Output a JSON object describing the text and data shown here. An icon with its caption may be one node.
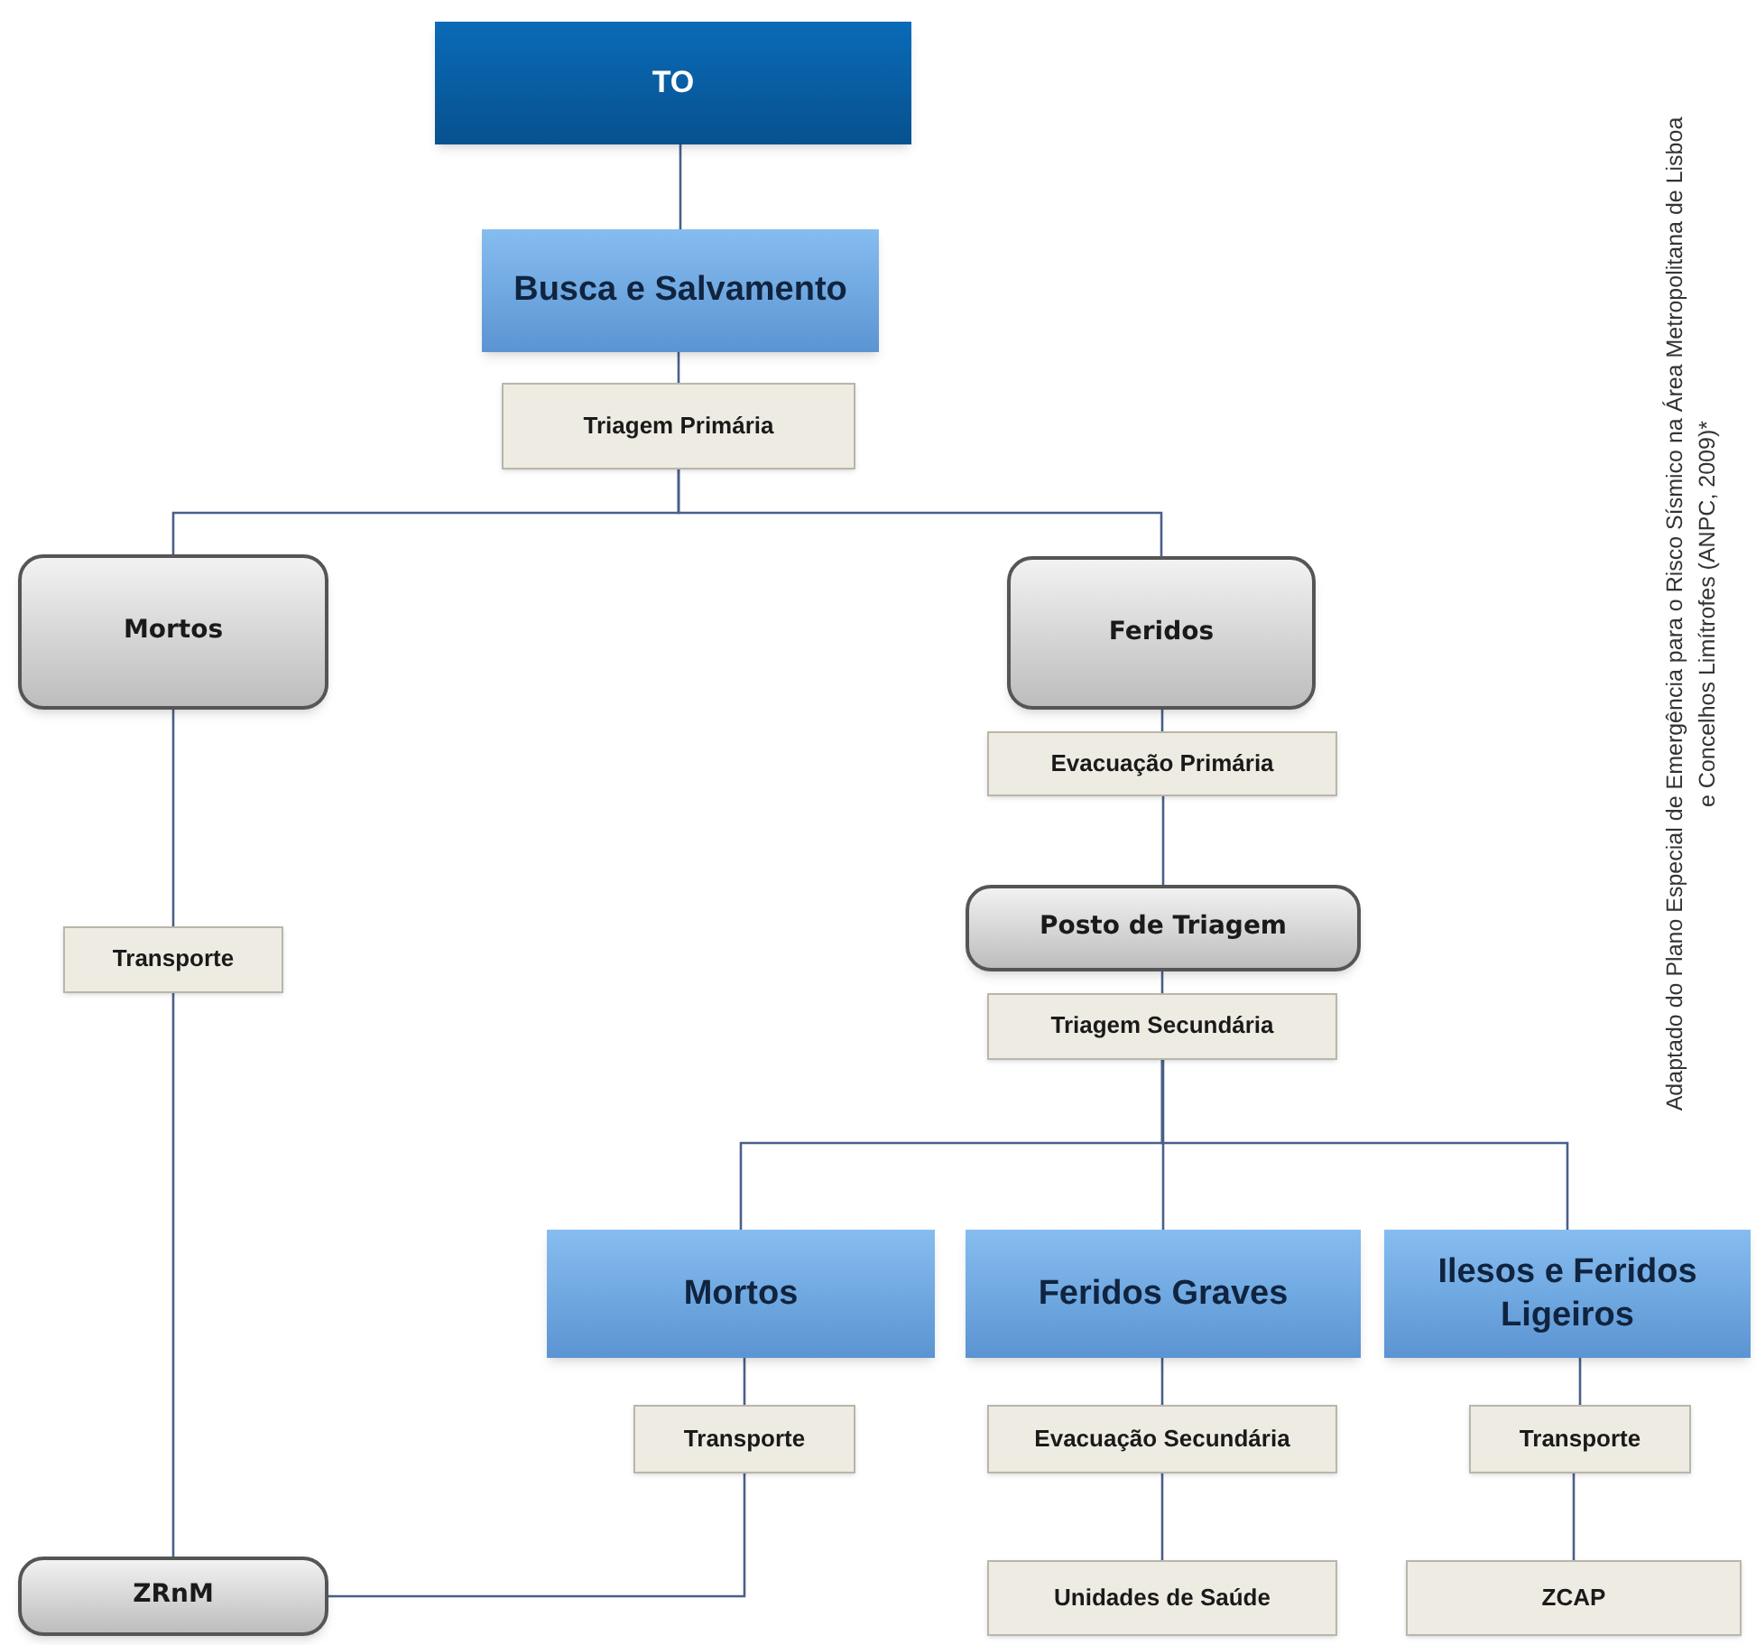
{
  "diagram": {
    "nodes": [
      {
        "text": [
          "TO"
        ]
      },
      {
        "text": [
          "Busca e Salvamento"
        ]
      },
      {
        "text": [
          "Triagem Primária"
        ]
      },
      {
        "text": [
          "Mortos"
        ]
      },
      {
        "text": [
          "Feridos"
        ]
      },
      {
        "text": [
          "Evacuação Primária"
        ]
      },
      {
        "text": [
          "Posto de Triagem"
        ]
      },
      {
        "text": [
          "Triagem Secundária"
        ]
      },
      {
        "text": [
          "Transporte"
        ]
      },
      {
        "text": [
          "Mortos"
        ]
      },
      {
        "text": [
          "Feridos Graves"
        ]
      },
      {
        "text": [
          "Ilesos e Feridos Ligeiros"
        ]
      },
      {
        "text": [
          "Transporte"
        ]
      },
      {
        "text": [
          "Evacuação Secundária"
        ]
      },
      {
        "text": [
          "Transporte"
        ]
      },
      {
        "text": [
          "ZRnM"
        ]
      },
      {
        "text": [
          "Unidades de Saúde"
        ]
      },
      {
        "text": [
          "ZCAP"
        ]
      }
    ],
    "edges": [
      {
        "from": 0,
        "to": 1,
        "arrow": "none"
      },
      {
        "from": 1,
        "to": 2,
        "arrow": "none"
      },
      {
        "from": 2,
        "to": 3,
        "arrow": "none"
      },
      {
        "from": 2,
        "to": 4,
        "arrow": "none"
      },
      {
        "from": 4,
        "to": 5,
        "arrow": "none"
      },
      {
        "from": 5,
        "to": 6,
        "arrow": "none"
      },
      {
        "from": 6,
        "to": 7,
        "arrow": "none"
      },
      {
        "from": 3,
        "to": 8,
        "arrow": "none"
      },
      {
        "from": 8,
        "to": 15,
        "arrow": "none"
      },
      {
        "from": 7,
        "to": 9,
        "arrow": "none"
      },
      {
        "from": 7,
        "to": 10,
        "arrow": "none"
      },
      {
        "from": 7,
        "to": 11,
        "arrow": "none"
      },
      {
        "from": 9,
        "to": 12,
        "arrow": "none"
      },
      {
        "from": 12,
        "to": 15,
        "arrow": "none"
      },
      {
        "from": 10,
        "to": 13,
        "arrow": "none"
      },
      {
        "from": 13,
        "to": 16,
        "arrow": "none"
      },
      {
        "from": 11,
        "to": 14,
        "arrow": "none"
      },
      {
        "from": 14,
        "to": 17,
        "arrow": "none"
      }
    ],
    "labels": [
      "Adaptado do Plano Especial de Emergência para o Risco Sísmico na Área Metropolitana de Lisboa e Concelhos Limítrofes (ANPC, 2009)*"
    ]
  }
}
